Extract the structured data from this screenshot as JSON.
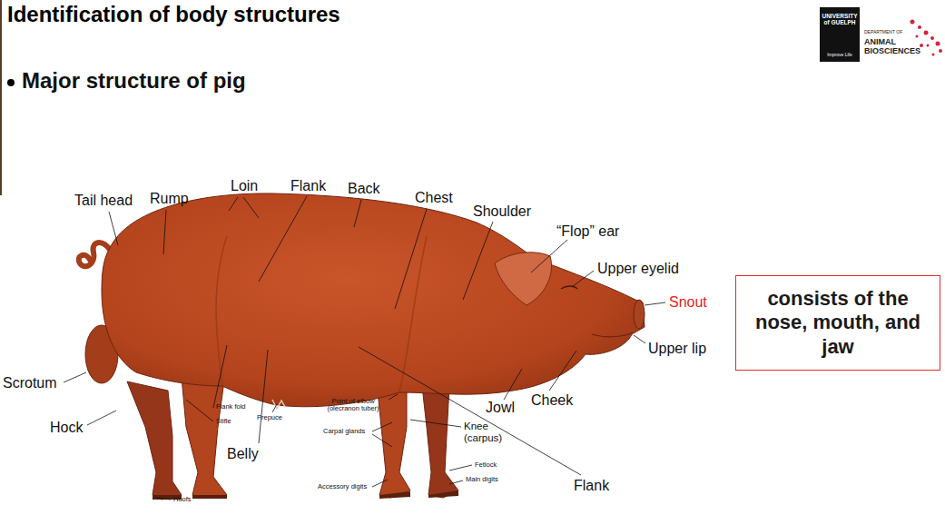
{
  "diagram": {
    "title": "Identification of body structures",
    "nodes": [
      {
        "text": [
          "consists of the nose, mouth, and jaw"
        ]
      }
    ],
    "labels": [
      "Major structure of pig",
      "UNIVERSITY of GUELPH",
      "Improve Life",
      "DEPARTMENT OF",
      "ANIMAL",
      "BIOSCIENCES",
      "Tail head",
      "Rump",
      "Loin",
      "Flank",
      "Back",
      "Chest",
      "Shoulder",
      "“Flop” ear",
      "Upper eyelid",
      "Snout",
      "Upper lip",
      "Cheek",
      "Jowl",
      "Flank",
      "Knee (carpus)",
      "Fetlock",
      "Main digits",
      "Accessory digits",
      "Hoofs",
      "Belly",
      "Hock",
      "Scrotum",
      "Flank fold",
      "Stifle",
      "Prepuce",
      "Point of elbow (olecranon tuber)",
      "Carpal glands"
    ]
  }
}
